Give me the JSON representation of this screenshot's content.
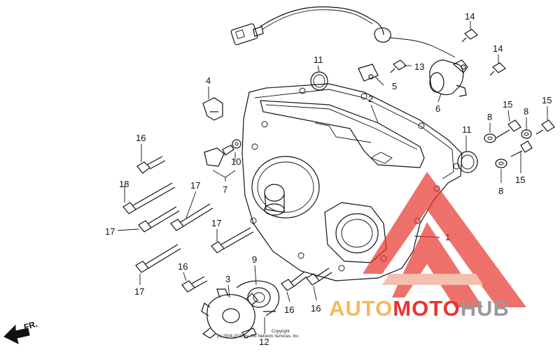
{
  "diagram": {
    "part_labels": [
      "1",
      "2",
      "3",
      "4",
      "5",
      "6",
      "7",
      "8",
      "8",
      "8",
      "9",
      "10",
      "11",
      "11",
      "12",
      "13",
      "14",
      "14",
      "15",
      "15",
      "15",
      "16",
      "16",
      "16",
      "16",
      "17",
      "17",
      "17",
      "17",
      "18"
    ],
    "direction_label": "FR.",
    "copyright_line1": "Copyright",
    "copyright_line2": "(c) 2004-2021 by ARI Network Services, Inc.",
    "watermark": {
      "part1": "AUTO",
      "part2": "MOTO",
      "part3": "HUB",
      "color_orange": "#f5b85a",
      "color_red": "#e8342c",
      "color_gray": "#9a9a9a"
    }
  }
}
